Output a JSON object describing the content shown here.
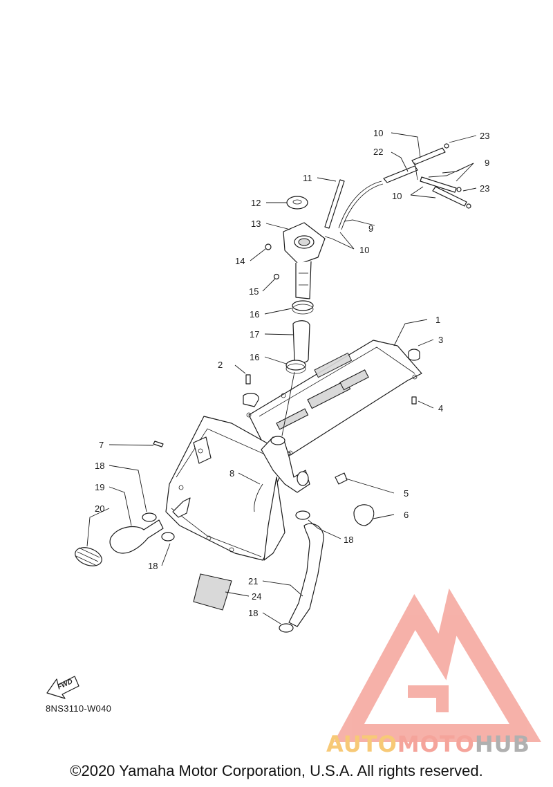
{
  "callouts": [
    {
      "id": "c1",
      "label": "1"
    },
    {
      "id": "c2",
      "label": "2"
    },
    {
      "id": "c3",
      "label": "3"
    },
    {
      "id": "c4",
      "label": "4"
    },
    {
      "id": "c5",
      "label": "5"
    },
    {
      "id": "c6",
      "label": "6"
    },
    {
      "id": "c7",
      "label": "7"
    },
    {
      "id": "c8",
      "label": "8"
    },
    {
      "id": "c9a",
      "label": "9"
    },
    {
      "id": "c9b",
      "label": "9"
    },
    {
      "id": "c10a",
      "label": "10"
    },
    {
      "id": "c10b",
      "label": "10"
    },
    {
      "id": "c10c",
      "label": "10"
    },
    {
      "id": "c11",
      "label": "11"
    },
    {
      "id": "c12",
      "label": "12"
    },
    {
      "id": "c13",
      "label": "13"
    },
    {
      "id": "c14",
      "label": "14"
    },
    {
      "id": "c15",
      "label": "15"
    },
    {
      "id": "c16a",
      "label": "16"
    },
    {
      "id": "c16b",
      "label": "16"
    },
    {
      "id": "c17",
      "label": "17"
    },
    {
      "id": "c18a",
      "label": "18"
    },
    {
      "id": "c18b",
      "label": "18"
    },
    {
      "id": "c18c",
      "label": "18"
    },
    {
      "id": "c18d",
      "label": "18"
    },
    {
      "id": "c19",
      "label": "19"
    },
    {
      "id": "c20",
      "label": "20"
    },
    {
      "id": "c21",
      "label": "21"
    },
    {
      "id": "c22",
      "label": "22"
    },
    {
      "id": "c23a",
      "label": "23"
    },
    {
      "id": "c23b",
      "label": "23"
    },
    {
      "id": "c24",
      "label": "24"
    }
  ],
  "fwd_label": "FWD",
  "diagram_code": "8NS3110-W040",
  "copyright": "©2020 Yamaha Motor Corporation, U.S.A. All rights reserved.",
  "watermark": {
    "part1": "AUTO",
    "part2": "MOTO",
    "part3": "HUB",
    "colors": {
      "auto": "#f7c977",
      "moto": "#f5a49b",
      "hub": "#b0b0b0",
      "logo": "#f5a49b"
    }
  }
}
